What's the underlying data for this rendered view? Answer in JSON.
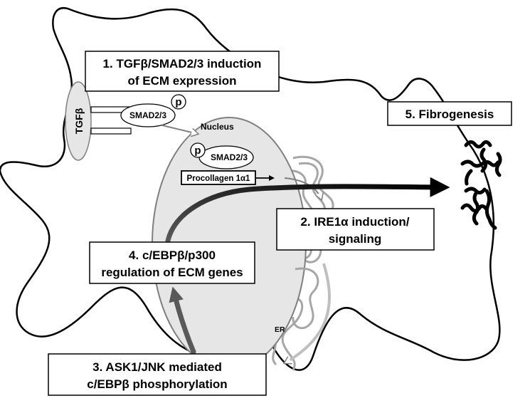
{
  "boxes": {
    "step1_line1": "1. TGFβ/SMAD2/3 induction",
    "step1_line2": "of ECM expression",
    "step2_line1": "2. IRE1α induction/",
    "step2_line2": "signaling",
    "step3_line1": "3. ASK1/JNK mediated",
    "step3_line2": "c/EBPβ phosphorylation",
    "step4_line1": "4. c/EBPβ/p300",
    "step4_line2": "regulation of ECM genes",
    "step5": "5. Fibrogenesis"
  },
  "labels": {
    "receptor": "TGFβ",
    "smad_cytoplasm": "SMAD2/3",
    "phospho_cytoplasm": "p",
    "nucleus": "Nucleus",
    "smad_nucleus": "SMAD2/3",
    "phospho_nucleus": "p",
    "procollagen": "Procollagen 1α1",
    "er": "ER"
  },
  "colors": {
    "nucleus_fill": "#e6e6e6",
    "nucleus_stroke": "#7f7f7f",
    "er_stroke": "#a6a6a6",
    "dark_arrow": "#000000",
    "grey_arrow": "#595959",
    "light_arrow": "#bfbfbf"
  }
}
